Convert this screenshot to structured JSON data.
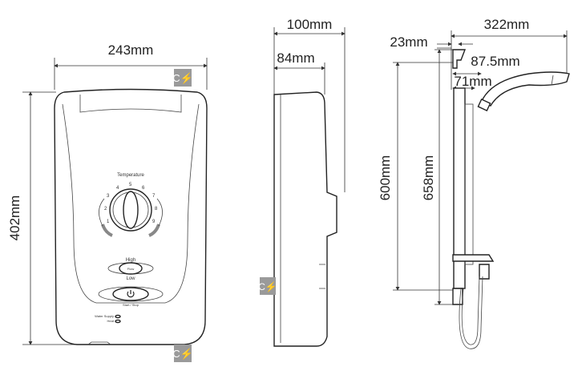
{
  "front_view": {
    "width_label": "243mm",
    "height_label": "402mm",
    "temperature_label": "Temperature",
    "dial_numbers": [
      "1",
      "2",
      "3",
      "4",
      "5",
      "6",
      "7",
      "8",
      "9"
    ],
    "high_label": "High",
    "flow_label": "Flow",
    "low_label": "Low",
    "start_stop_label": "Start / Stop",
    "indicator_1_label": "Water Supply",
    "indicator_2_label": "Heat"
  },
  "side_view": {
    "depth_label": "100mm",
    "body_depth_label": "84mm"
  },
  "riser_view": {
    "projection_label": "322mm",
    "bracket_label": "23mm",
    "offset_1_label": "87.5mm",
    "offset_2_label": "71mm",
    "rail_height_label": "600mm",
    "total_height_label": "658mm"
  },
  "icons": {
    "cable_entry": "cable-entry-icon",
    "color": "#9a9a9a",
    "icon_text": "C⚡"
  }
}
